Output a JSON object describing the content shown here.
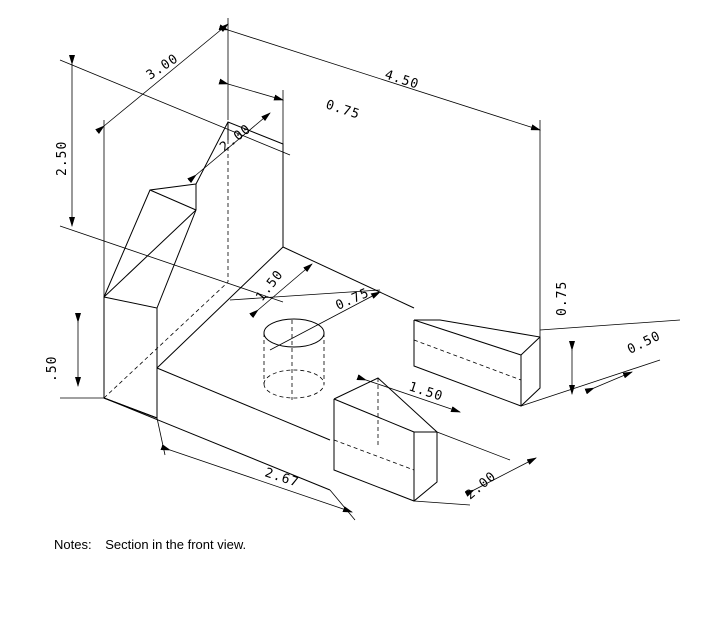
{
  "dimensions": {
    "d_top_width": "3.00",
    "d_total_length": "4.50",
    "d_slot_offset": "0.75",
    "d_wall_thickness": "2.00",
    "d_total_height": "2.50",
    "d_hole_position": "1.50",
    "d_hole_diameter": "0.75",
    "d_base_height": ".50",
    "d_right_height": "0.75",
    "d_right_offset": "0.50",
    "d_slot_width": "1.50",
    "d_front_depth": "2.00",
    "d_front_length": "2.67"
  },
  "notes": {
    "label": "Notes:",
    "text": "Section in the front view."
  }
}
